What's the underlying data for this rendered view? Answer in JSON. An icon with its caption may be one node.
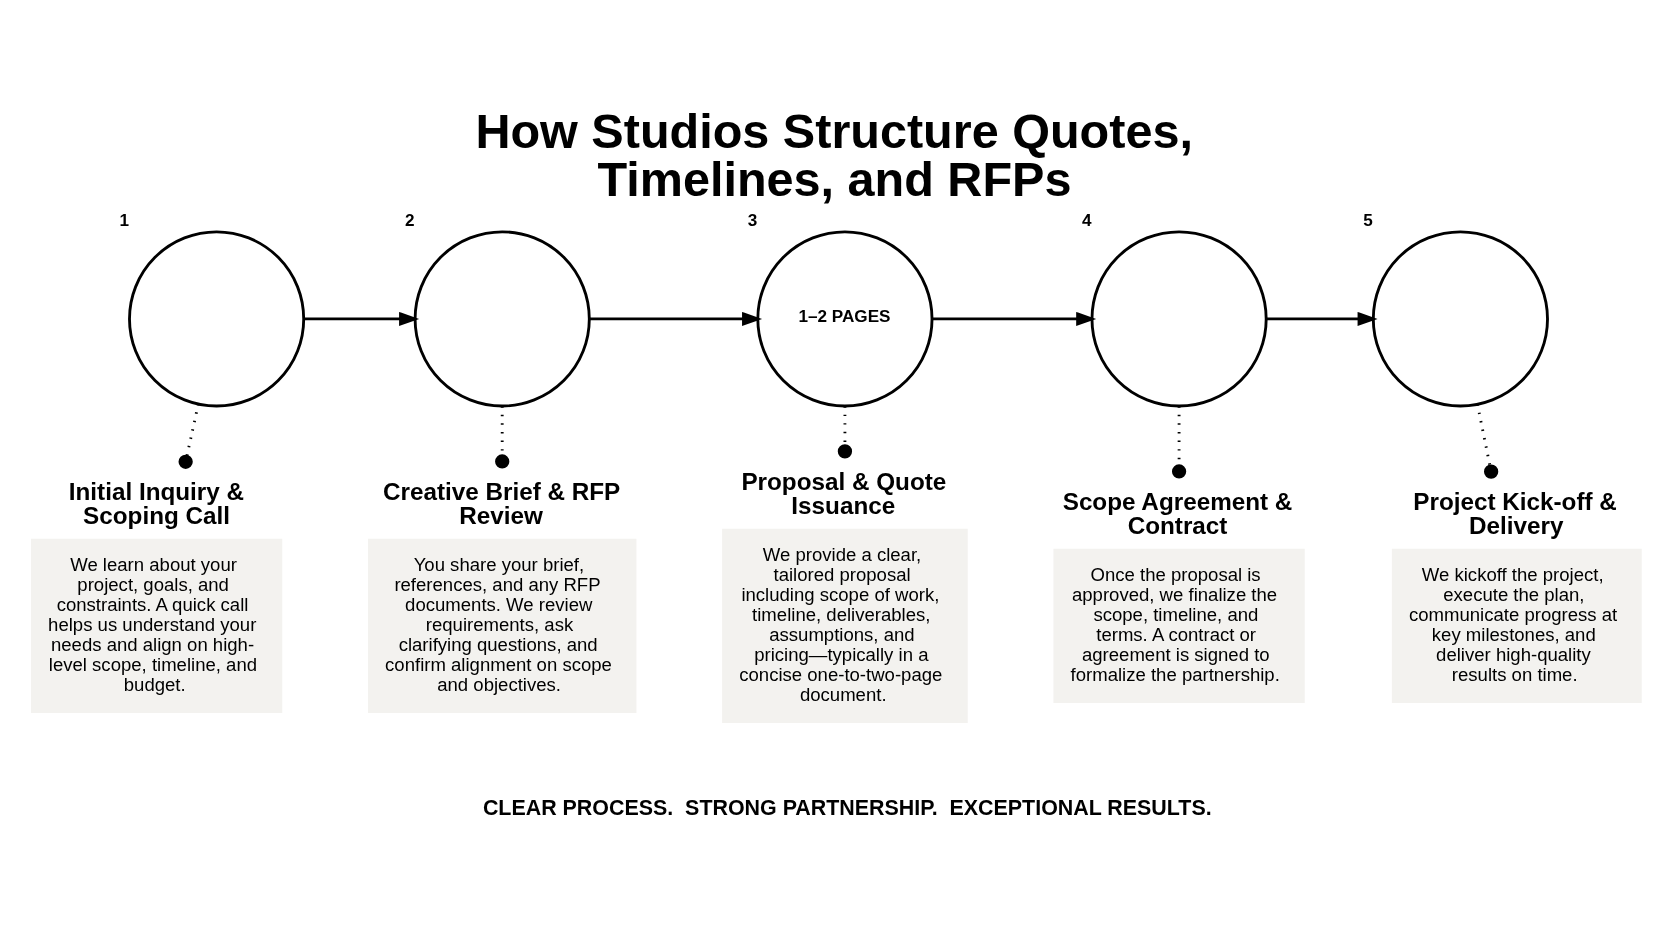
{
  "diagram": {
    "title": "How Studios Structure Quotes, Timelines, and RFPs",
    "nodes": [
      {
        "text": [],
        "shape": "circle",
        "beside": [
          "1"
        ]
      },
      {
        "text": [],
        "shape": "circle",
        "beside": [
          "2"
        ]
      },
      {
        "text": [
          "1–2 PAGES"
        ],
        "beside": [
          "3"
        ]
      },
      {
        "text": [],
        "shape": "circle",
        "beside": [
          "4"
        ]
      },
      {
        "text": [],
        "shape": "circle",
        "beside": [
          "5"
        ]
      },
      {
        "text": [
          "Initial Inquiry & Scoping Call",
          "We learn about your project, goals, and constraints. A quick call helps us understand your needs and align on high-level scope, timeline, and budget."
        ]
      },
      {
        "text": [
          "Creative Brief & RFP Review",
          "You share your brief, references, and any RFP documents. We review requirements, ask clarifying questions, and confirm alignment on scope and objectives."
        ]
      },
      {
        "text": [
          "Proposal & Quote Issuance",
          "We provide a clear, tailored proposal including scope of work, timeline, deliverables, assumptions, and pricing—typically in a concise one-to-two-page document."
        ]
      },
      {
        "text": [
          "Scope Agreement & Contract",
          "Once the proposal is approved, we finalize the scope, timeline, and terms. A contract or agreement is signed to formalize the partnership."
        ]
      },
      {
        "text": [
          "Project Kick-off & Delivery",
          "We kickoff the project, execute the plan, communicate progress at key milestones, and deliver high-quality results on time."
        ]
      }
    ],
    "edges": [
      {
        "from": 0,
        "to": 1,
        "arrow": "to"
      },
      {
        "from": 1,
        "to": 2,
        "arrow": "to"
      },
      {
        "from": 2,
        "to": 3,
        "arrow": "to"
      },
      {
        "from": 3,
        "to": 4,
        "arrow": "to"
      },
      {
        "from": 0,
        "to": 5,
        "arrow": "other",
        "style": "dashed"
      },
      {
        "from": 1,
        "to": 6,
        "arrow": "other",
        "style": "dashed"
      },
      {
        "from": 2,
        "to": 7,
        "arrow": "other",
        "style": "dashed"
      },
      {
        "from": 3,
        "to": 8,
        "arrow": "other",
        "style": "dashed"
      },
      {
        "from": 4,
        "to": 9,
        "arrow": "other",
        "style": "dashed"
      }
    ],
    "labels": [
      "CLEAR PROCESS.  STRONG PARTNERSHIP.  EXCEPTIONAL RESULTS."
    ]
  }
}
